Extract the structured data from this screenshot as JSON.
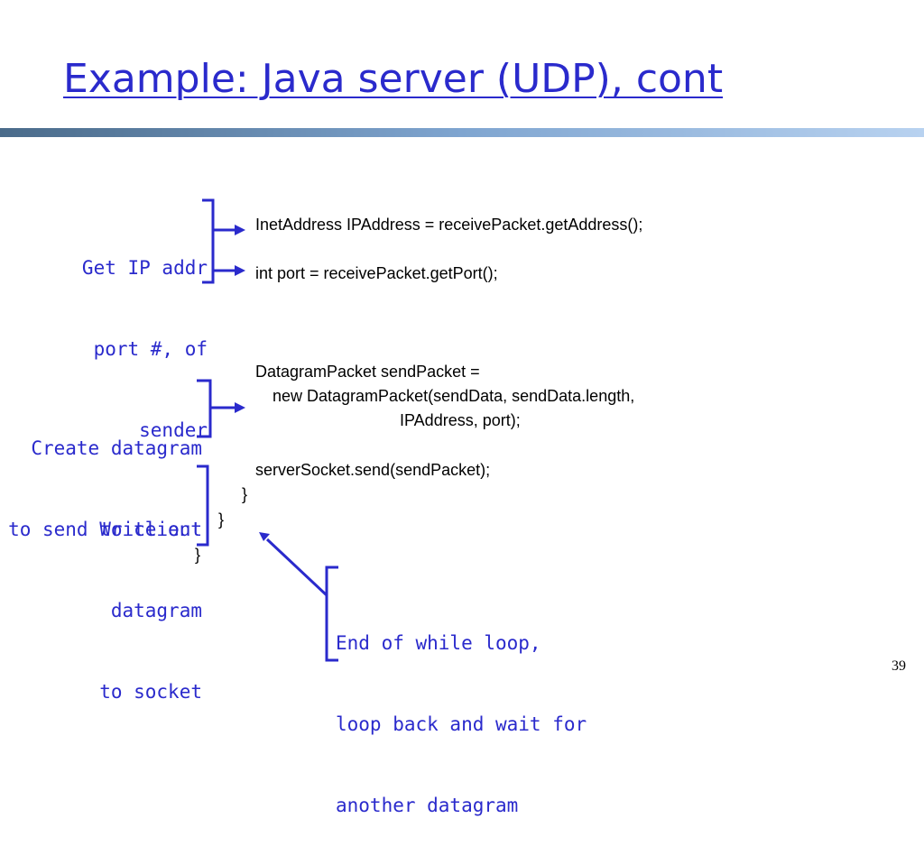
{
  "title": "Example: Java server (UDP), cont",
  "annotations": {
    "get_ip": [
      "Get IP addr",
      "port #, of",
      "sender"
    ],
    "create_datagram": [
      "Create datagram",
      "to send to client"
    ],
    "write_out": [
      "Write out",
      "datagram",
      "to socket"
    ],
    "end_loop": [
      "End of while loop,",
      "loop back and wait for",
      "another datagram"
    ]
  },
  "code": {
    "line1": "InetAddress IPAddress = receivePacket.getAddress();",
    "line2": "int port = receivePacket.getPort();",
    "line3": "DatagramPacket sendPacket =",
    "line4": "new DatagramPacket(sendData, sendData.length,",
    "line5": "IPAddress, port);",
    "line6": "serverSocket.send(sendPacket);",
    "brace1": "}",
    "brace2": "}",
    "brace3": "}"
  },
  "page_number": "39",
  "colors": {
    "accent": "#2a2acc",
    "bar_start": "#4a6b8a",
    "bar_end": "#b8d2f0"
  }
}
